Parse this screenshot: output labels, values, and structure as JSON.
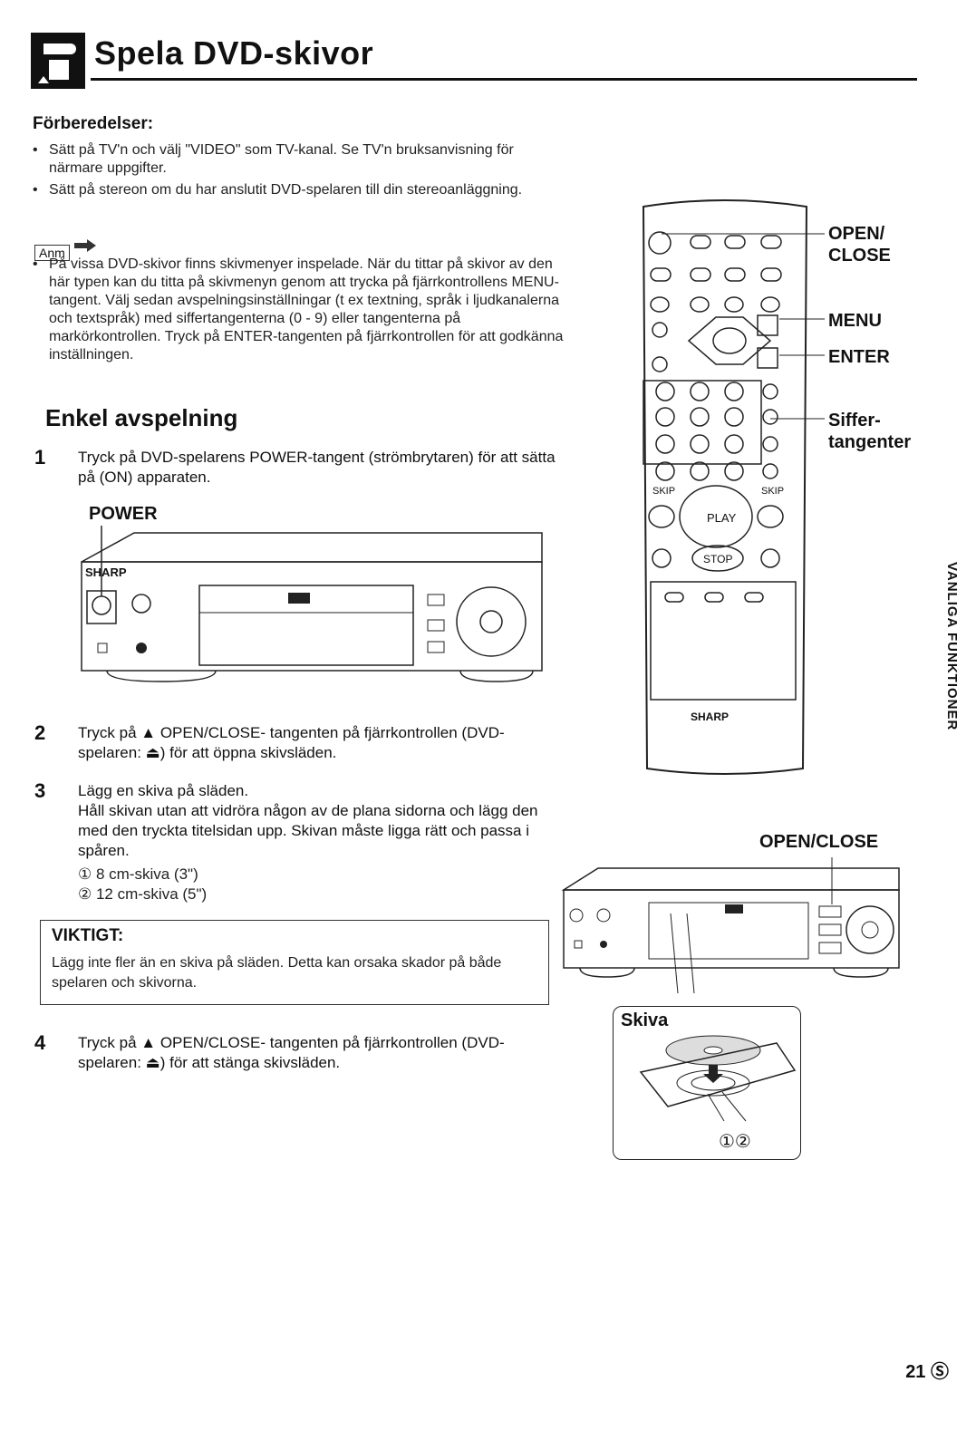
{
  "header": {
    "title": "Spela DVD-skivor"
  },
  "prep": {
    "heading": "Förberedelser:",
    "bullets": [
      "Sätt på TV'n och välj \"VIDEO\" som TV-kanal. Se TV'n bruksanvisning för närmare uppgifter.",
      "Sätt på stereon om du har anslutit DVD-spelaren till din stereoanläggning."
    ]
  },
  "note": {
    "badge": "Anm",
    "text": "På vissa DVD-skivor finns skivmenyer inspelade. När du tittar på skivor av den här typen kan du titta på skivmenyn genom att trycka på fjärrkontrollens MENU-tangent. Välj sedan avspelningsinställningar (t ex textning, språk i ljudkanalerna och textspråk) med siffertangenterna (0 - 9) eller tangenterna på markörkontrollen. Tryck på ENTER-tangenten på fjärrkontrollen för att godkänna inställningen."
  },
  "section": {
    "heading": "Enkel avspelning"
  },
  "steps": [
    {
      "num": "1",
      "text": "Tryck på DVD-spelarens POWER-tangent (strömbrytaren) för att sätta på (ON) apparaten."
    },
    {
      "num": "2",
      "text": "Tryck på ▲ OPEN/CLOSE- tangenten på fjärrkontrollen (DVD-spelaren: ⏏) för att öppna skivsläden."
    },
    {
      "num": "3",
      "text": "Lägg en skiva på släden.",
      "detail": "Håll skivan utan att vidröra någon av de plana sidorna och lägg den med den tryckta titelsidan upp. Skivan måste ligga rätt och passa i spåren.",
      "items": [
        "① 8 cm-skiva (3\")",
        "② 12 cm-skiva (5\")"
      ]
    },
    {
      "num": "4",
      "text": "Tryck på ▲ OPEN/CLOSE- tangenten på fjärrkontrollen (DVD-spelaren: ⏏) för att stänga skivsläden."
    }
  ],
  "figure_labels": {
    "power": "POWER",
    "open_close_remote": "OPEN/ CLOSE",
    "menu": "MENU",
    "enter": "ENTER",
    "number_keys": "Siffer- tangenter",
    "open_close_player": "OPEN/CLOSE",
    "disc": "Skiva",
    "brand": "SHARP",
    "play": "PLAY",
    "stop": "STOP",
    "skip": "SKIP"
  },
  "important": {
    "title": "VIKTIGT:",
    "text": "Lägg inte fler än en skiva på släden. Detta kan orsaka skador på både spelaren och skivorna."
  },
  "side_tab": "VANLIGA FUNKTIONER",
  "page_number": "21 Ⓢ"
}
